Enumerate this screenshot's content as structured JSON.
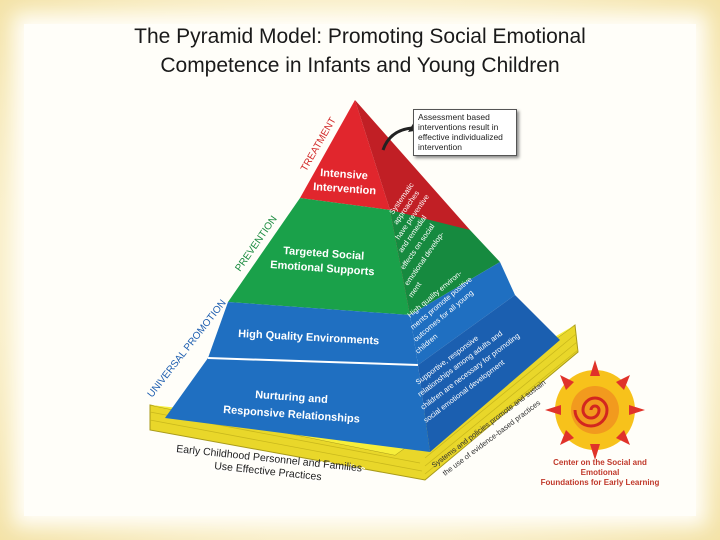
{
  "title": {
    "line1": "The Pyramid Model: Promoting Social Emotional",
    "line2": "Competence in Infants and Young Children"
  },
  "tiers": {
    "intensive": [
      "Intensive",
      "Intervention"
    ],
    "targeted": [
      "Targeted Social",
      "Emotional Supports"
    ],
    "environments": "High Quality Environments",
    "nurturing": [
      "Nurturing and",
      "Responsive Relationships"
    ]
  },
  "base": [
    "Early Childhood Personnel and Families",
    "Use Effective Practices"
  ],
  "side_labels": {
    "treatment": "TREATMENT",
    "prevention": "PREVENTION",
    "universal": "UNIVERSAL PROMOTION"
  },
  "right_face": {
    "red": [
      "Systematic",
      "approaches",
      "have preventive",
      "and remedial",
      "effects on social",
      "emotional develop-",
      "ment"
    ],
    "green": [
      "High quality environ-",
      "ments promote positive",
      "outcomes for all young",
      "children"
    ],
    "blue_light": [
      "Supportive, responsive",
      "relationships among adults and",
      "children are necessary for promoting",
      "social emotional development"
    ],
    "yellow": [
      "Systems and policies promote and sustain",
      "the use of evidence-based practices"
    ]
  },
  "callout": "Assessment based interventions result in effective individualized intervention",
  "logo": [
    "Center on the Social and Emotional",
    "Foundations for Early Learning"
  ],
  "colors": {
    "red": "#e1262d",
    "green": "#1aa14a",
    "blue": "#1f6fc1",
    "blue_dark": "#174f9c",
    "yellow": "#f7ee3a",
    "yellow_dark": "#d9c91a"
  }
}
